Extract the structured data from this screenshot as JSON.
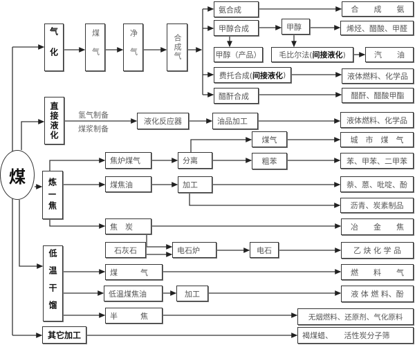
{
  "coal": "煤",
  "gasification": {
    "process": "气化",
    "coal_gas": "煤气",
    "clean_gas": "净气",
    "syngas": "合成气",
    "ammonia_synthesis": "氨合成",
    "ammonia_product": "合　　成　　氨",
    "methanol_synthesis": "甲醇合成",
    "methanol": "甲醇",
    "olefins": "烯烃、醋酸、甲醛",
    "methanol_product": "甲醇（产品）",
    "mobil_process": "毛比尔法(",
    "indirect_liquefaction": "间接液化",
    "close_paren": ")",
    "gasoline": "汽　　油",
    "ft_synthesis": "费托合成(",
    "ft_liquid": "液体燃料、化学品",
    "acetic_anhydride_synthesis": "醋酐合成",
    "acetic_products": "醋酐、醋酸甲酯"
  },
  "direct_liquefaction": {
    "process": "直接液化",
    "hydrogen_prep": "氢气制备",
    "slurry_prep": "煤浆制备",
    "reactor": "液化反应器",
    "oil_processing": "油品加工",
    "product": "液体燃料、化学品"
  },
  "coking": {
    "process": "炼—焦",
    "coke_oven_gas": "焦炉煤气",
    "separation": "分离",
    "gas": "煤气",
    "city_gas": "城　市　煤　气",
    "crude_benzene": "粗苯",
    "benzene_products": "苯、甲苯、二甲苯",
    "coal_tar": "煤焦油",
    "processing": "加工",
    "tar_products": "萘、蒽、吡啶、酚",
    "pitch_products": "沥青、炭素制品",
    "coke": "焦　炭",
    "metallurgical_coke": "冶　　金　　焦",
    "limestone": "石灰石",
    "carbide_furnace": "电石炉",
    "calcium_carbide": "电石",
    "acetylene_chemicals": "乙 炔 化 学 品"
  },
  "low_temp_carbonization": {
    "process": "低温干馏",
    "gas": "煤　　　气",
    "fuel_gas": "燃　　料　　气",
    "low_temp_tar": "低温煤焦油",
    "processing": "加工",
    "liquid_fuel_phenol": "液 体 燃 料、酚",
    "semi_coke": "半　　　焦",
    "semi_coke_products": "无烟燃料、还原剂、气化原料"
  },
  "other": {
    "process": "其它加工",
    "products": "褐煤蜡、　　活性炭分子筛"
  }
}
